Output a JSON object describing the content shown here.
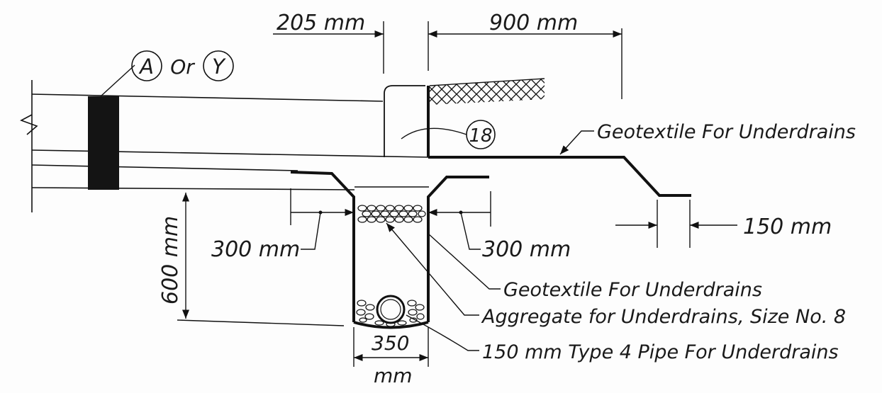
{
  "dimensions": {
    "d205": "205 mm",
    "d900": "900 mm",
    "d600": "600 mm",
    "d300_left": "300 mm",
    "d300_right": "300 mm",
    "d150": "150 mm",
    "d350_value": "350",
    "d350_unit": "mm"
  },
  "markers": {
    "a": "A",
    "or": "Or",
    "y": "Y",
    "callout_18": "18"
  },
  "callouts": {
    "geotextile_top": "Geotextile For Underdrains",
    "geotextile_trench": "Geotextile For Underdrains",
    "aggregate": "Aggregate for Underdrains, Size No. 8",
    "pipe": "150 mm Type 4 Pipe For Underdrains"
  },
  "colors": {
    "line": "#111111",
    "paper": "#fdfdfd"
  }
}
